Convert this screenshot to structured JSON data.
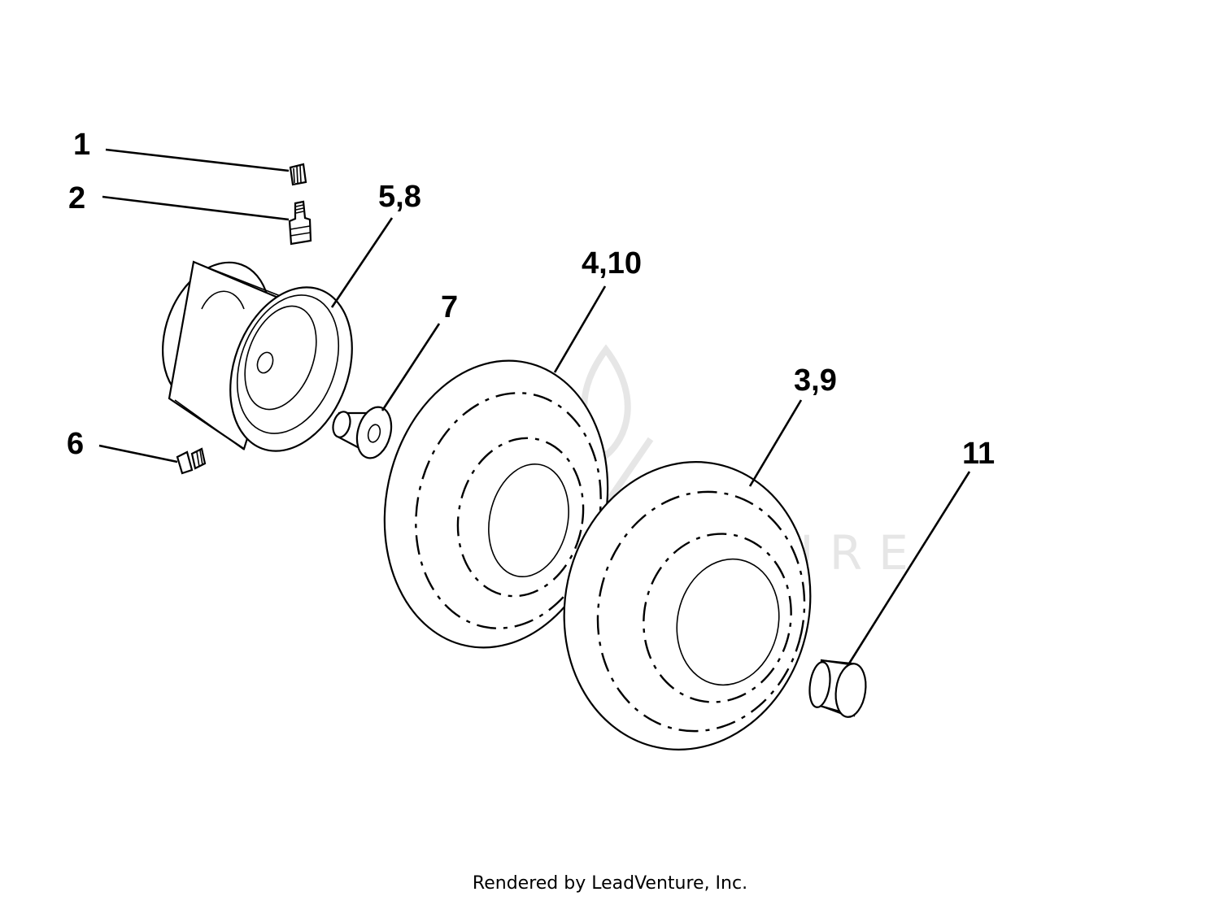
{
  "callouts": {
    "c1": "1",
    "c2": "2",
    "c3": "5,8",
    "c4": "4,10",
    "c5": "7",
    "c6": "3,9",
    "c7": "6",
    "c8": "11"
  },
  "watermark": "LEADVENTURE",
  "footer": "Rendered by LeadVenture, Inc."
}
